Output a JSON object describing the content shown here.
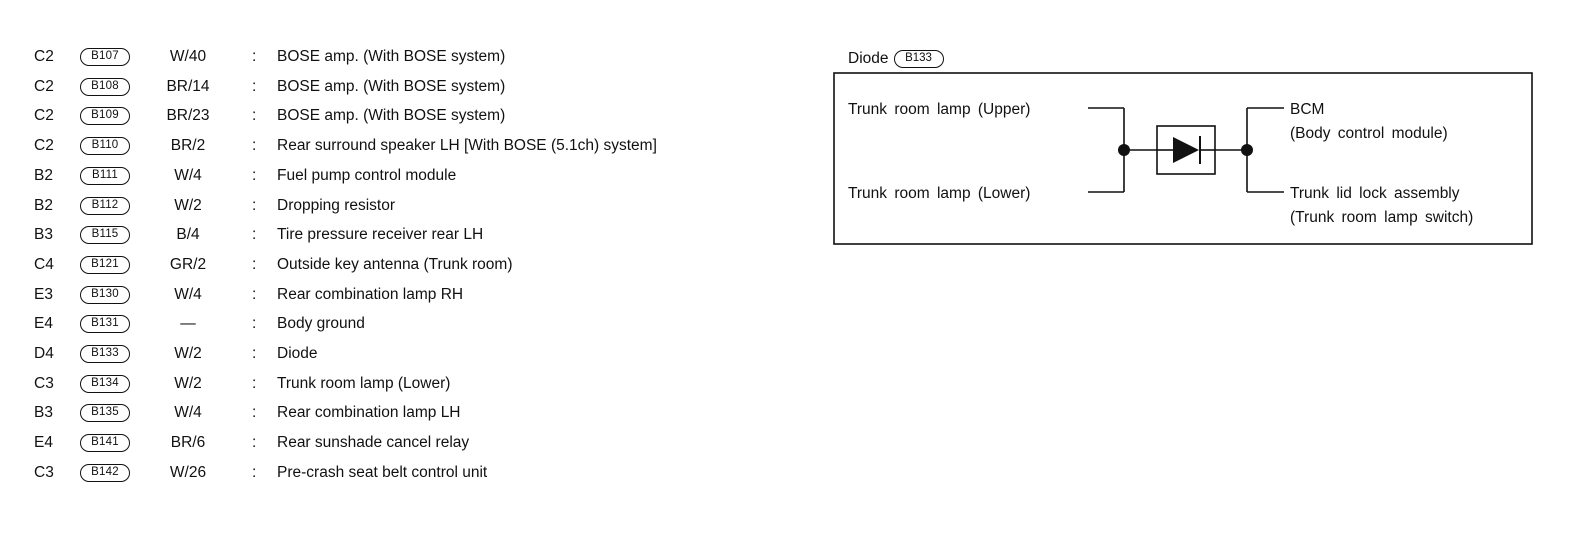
{
  "connectors": [
    {
      "grid": "C2",
      "id": "B107",
      "wire": "W/40",
      "description": "BOSE amp. (With BOSE system)"
    },
    {
      "grid": "C2",
      "id": "B108",
      "wire": "BR/14",
      "description": "BOSE amp. (With BOSE system)"
    },
    {
      "grid": "C2",
      "id": "B109",
      "wire": "BR/23",
      "description": "BOSE amp. (With BOSE system)"
    },
    {
      "grid": "C2",
      "id": "B110",
      "wire": "BR/2",
      "description": "Rear surround speaker LH [With BOSE (5.1ch) system]"
    },
    {
      "grid": "B2",
      "id": "B111",
      "wire": "W/4",
      "description": "Fuel pump control module"
    },
    {
      "grid": "B2",
      "id": "B112",
      "wire": "W/2",
      "description": "Dropping resistor"
    },
    {
      "grid": "B3",
      "id": "B115",
      "wire": "B/4",
      "description": "Tire pressure receiver rear LH"
    },
    {
      "grid": "C4",
      "id": "B121",
      "wire": "GR/2",
      "description": "Outside key antenna (Trunk room)"
    },
    {
      "grid": "E3",
      "id": "B130",
      "wire": "W/4",
      "description": "Rear combination lamp RH"
    },
    {
      "grid": "E4",
      "id": "B131",
      "wire": "—",
      "description": "Body ground"
    },
    {
      "grid": "D4",
      "id": "B133",
      "wire": "W/2",
      "description": "Diode"
    },
    {
      "grid": "C3",
      "id": "B134",
      "wire": "W/2",
      "description": "Trunk room lamp (Lower)"
    },
    {
      "grid": "B3",
      "id": "B135",
      "wire": "W/4",
      "description": "Rear combination lamp LH"
    },
    {
      "grid": "E4",
      "id": "B141",
      "wire": "BR/6",
      "description": "Rear sunshade cancel relay"
    },
    {
      "grid": "C3",
      "id": "B142",
      "wire": "W/26",
      "description": "Pre-crash seat belt control unit"
    }
  ],
  "separator": ":",
  "diode_diagram": {
    "title": "Diode",
    "connector_id": "B133",
    "left_upper": "Trunk room lamp (Upper)",
    "left_lower": "Trunk room lamp (Lower)",
    "right_upper_line1": "BCM",
    "right_upper_line2": "(Body control module)",
    "right_lower_line1": "Trunk lid lock assembly",
    "right_lower_line2": "(Trunk room lamp switch)"
  }
}
